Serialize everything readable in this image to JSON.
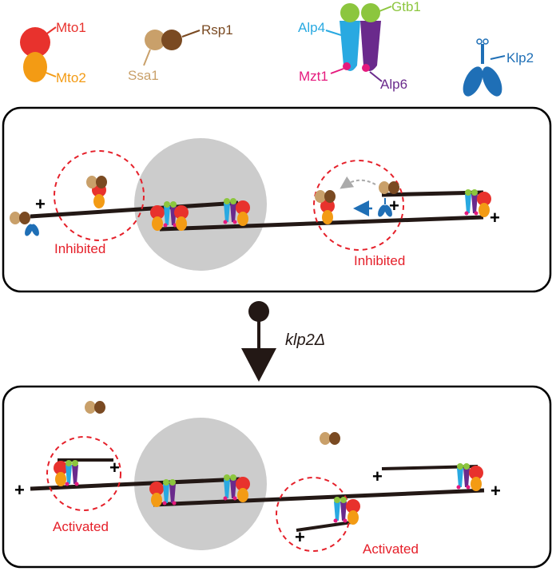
{
  "legend": {
    "mto1": "Mto1",
    "mto2": "Mto2",
    "rsp1": "Rsp1",
    "ssa1": "Ssa1",
    "alp4": "Alp4",
    "gtb1": "Gtb1",
    "mzt1": "Mzt1",
    "alp6": "Alp6",
    "klp2": "Klp2"
  },
  "panel_top": {
    "state_left": "Inhibited",
    "state_right": "Inhibited",
    "plus": "+"
  },
  "transition": {
    "label": "klp2Δ"
  },
  "panel_bottom": {
    "state_left": "Activated",
    "state_right": "Activated",
    "plus": "+"
  },
  "colors": {
    "mto1": "#e8322d",
    "mto2": "#f39b14",
    "rsp1": "#7a4a22",
    "ssa1": "#c9a06a",
    "alp4": "#29a9e1",
    "gtb1": "#8cc63e",
    "mzt1": "#e5197d",
    "alp6": "#6a2a8c",
    "klp2": "#1f6fb6",
    "nucleus": "#cccccc",
    "state": "#e5202a"
  }
}
